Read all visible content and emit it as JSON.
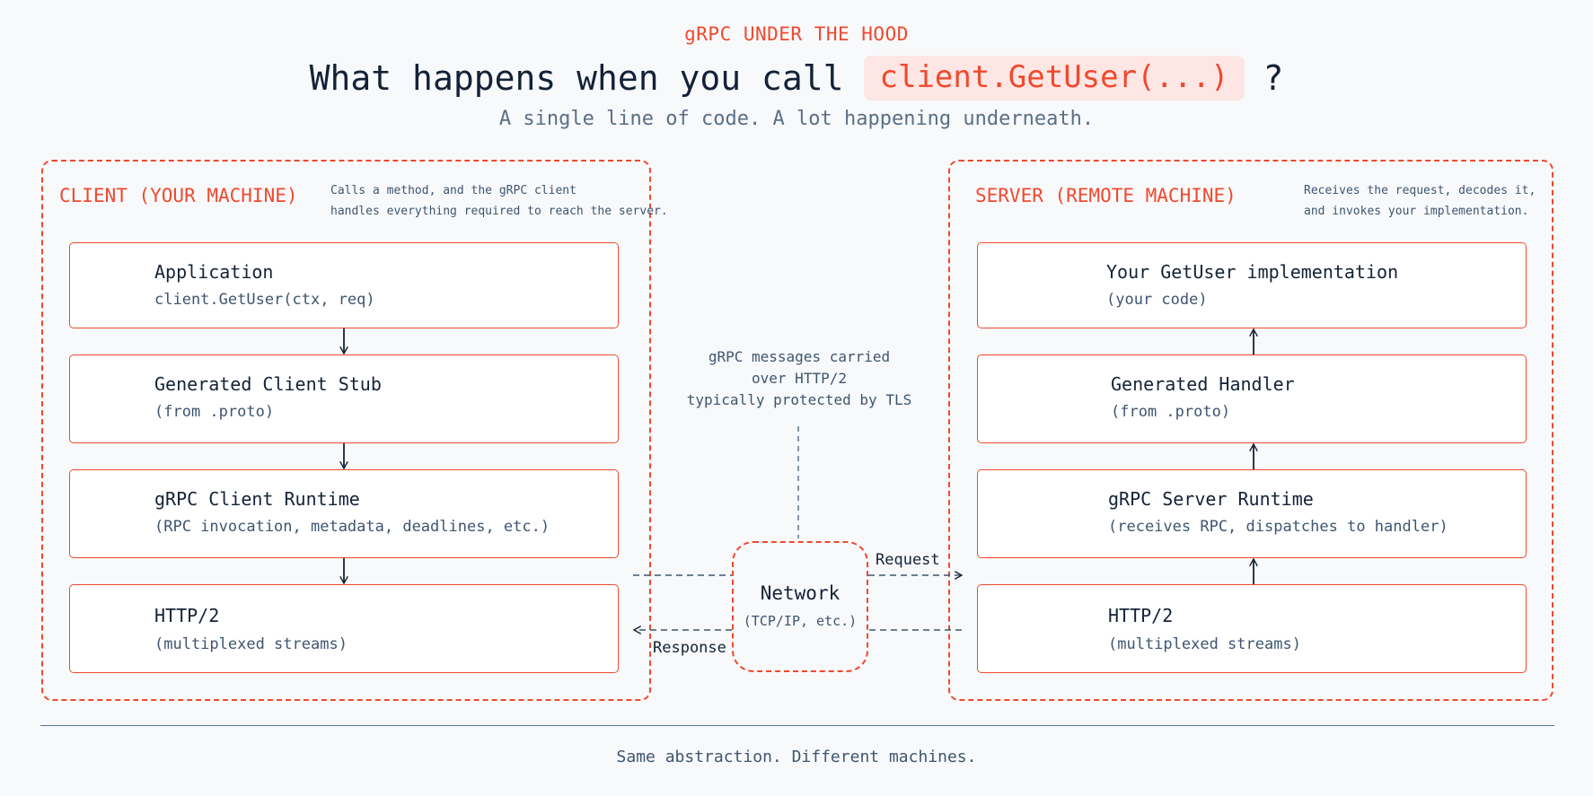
{
  "header": {
    "eyebrow": "gRPC UNDER THE HOOD",
    "title": "What happens when you call",
    "code": "client.GetUser(...)",
    "qmark": "?",
    "subtitle": "A single line of code. A lot happening underneath."
  },
  "client": {
    "title": "CLIENT (YOUR MACHINE)",
    "desc": [
      "Calls a method, and the gRPC client",
      "handles everything required to reach the server."
    ],
    "layers": [
      {
        "title": "Application",
        "sub": "client.GetUser(ctx, req)"
      },
      {
        "title": "Generated Client Stub",
        "sub": "(from .proto)"
      },
      {
        "title": "gRPC Client Runtime",
        "sub": "(RPC invocation, metadata, deadlines, etc.)"
      },
      {
        "title": "HTTP/2",
        "sub": "(multiplexed streams)"
      }
    ]
  },
  "server": {
    "title": "SERVER (REMOTE MACHINE)",
    "desc": [
      "Receives the request, decodes it,",
      "and invokes your implementation."
    ],
    "layers": [
      {
        "title": "Your GetUser implementation",
        "sub": "(your code)"
      },
      {
        "title": "Generated Handler",
        "sub": "(from .proto)"
      },
      {
        "title": "gRPC Server Runtime",
        "sub": "(receives RPC, dispatches to handler)"
      },
      {
        "title": "HTTP/2",
        "sub": "(multiplexed streams)"
      }
    ]
  },
  "network": {
    "note": [
      "gRPC messages carried",
      "over HTTP/2",
      "typically protected by TLS"
    ],
    "title": "Network",
    "sub": "(TCP/IP, etc.)",
    "request_label": "Request",
    "response_label": "Response"
  },
  "footer": "Same abstraction. Different machines.",
  "colors": {
    "accent": "#f0492e",
    "text": "#142238",
    "muted": "#3e5570",
    "line": "#5b7694"
  }
}
